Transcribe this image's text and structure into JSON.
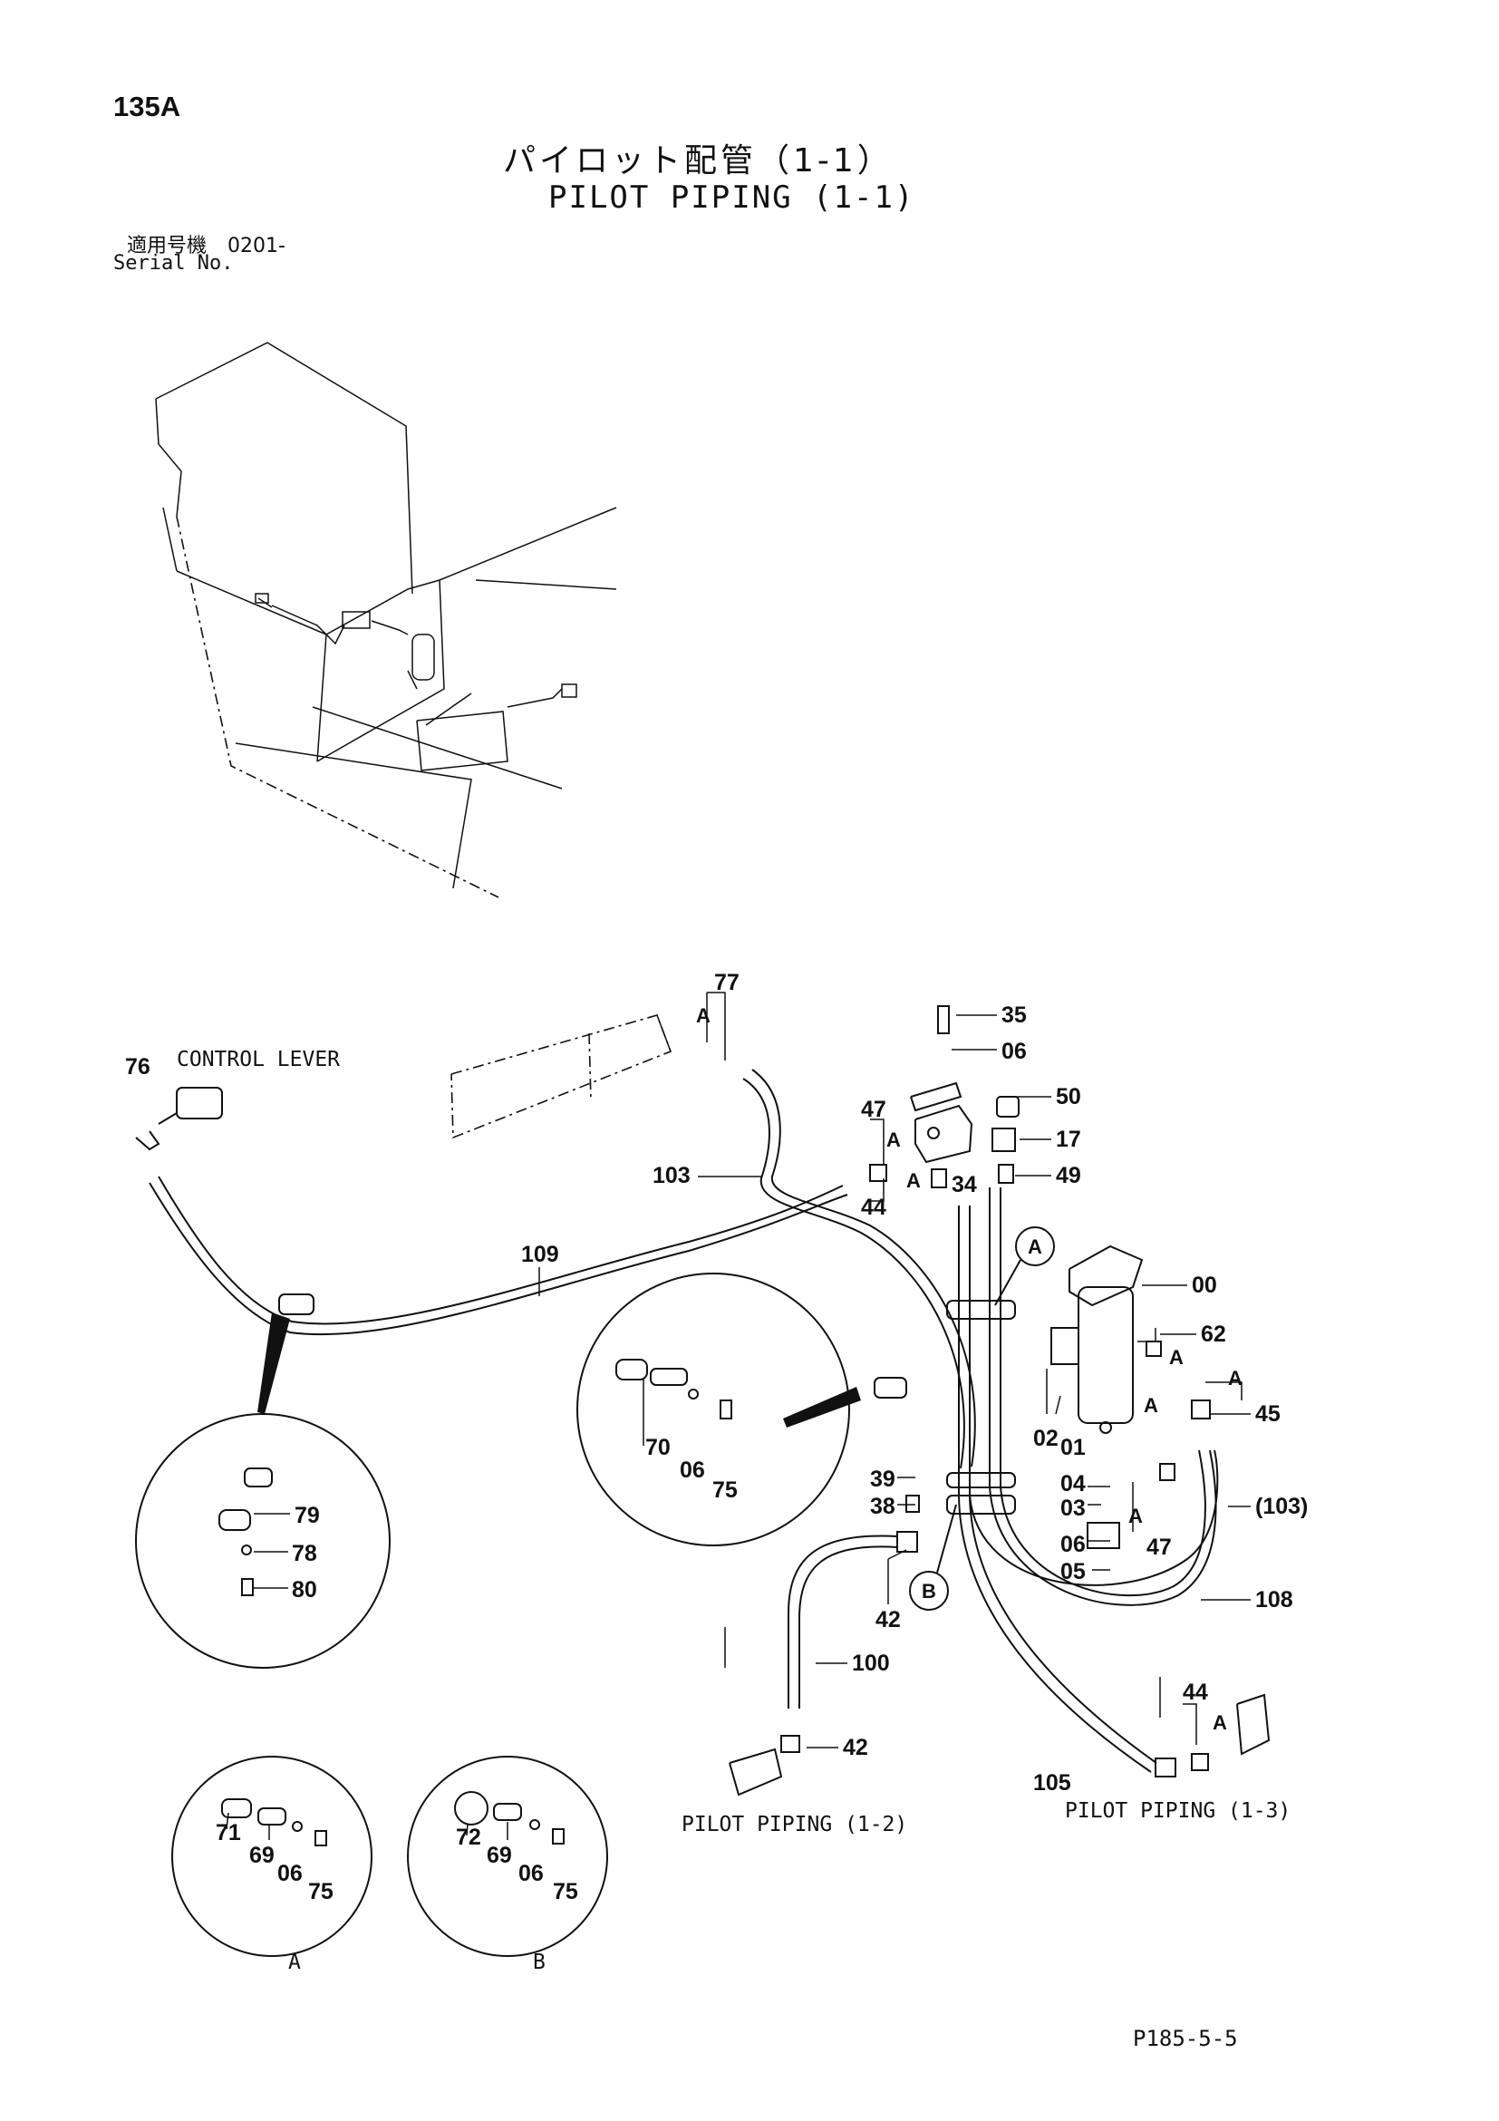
{
  "header": {
    "page_number": "135A",
    "title_jp": "パイロット配管（1-1）",
    "title_en": "PILOT PIPING (1-1)",
    "serial_label_jp": "適用号機",
    "serial_value": "0201-",
    "serial_label_en": "Serial No."
  },
  "captions": {
    "control_lever": "CONTROL LEVER",
    "pilot_piping_1_2": "PILOT PIPING (1-2)",
    "pilot_piping_1_3": "PILOT PIPING  (1-3)",
    "detail_a": "A",
    "detail_b": "B",
    "callout_a": "A",
    "callout_b": "B"
  },
  "part_labels": {
    "p35": "35",
    "p06a": "06",
    "p50": "50",
    "p17": "17",
    "p49": "49",
    "p47a": "47",
    "p34": "34",
    "p44a": "44",
    "p103a": "103",
    "p77": "77",
    "p76": "76",
    "p109": "109",
    "p00": "00",
    "p62": "62",
    "p45": "45",
    "p02": "02",
    "p01": "01",
    "p39": "39",
    "p38": "38",
    "p04": "04",
    "p03": "03",
    "p47b": "47",
    "p103b": "(103)",
    "p06b": "06",
    "p05": "05",
    "p108": "108",
    "p42a": "42",
    "p100": "100",
    "p42b": "42",
    "p105": "105",
    "p44b": "44",
    "p70": "70",
    "p06c": "06",
    "p75a": "75",
    "p79": "79",
    "p78": "78",
    "p80": "80",
    "p71": "71",
    "p69a": "69",
    "p06d": "06",
    "p75b": "75",
    "p72": "72",
    "p69b": "69",
    "p06e": "06",
    "p75c": "75",
    "ref_a1": "A",
    "ref_a2": "A",
    "ref_a3": "A",
    "ref_a4": "A",
    "ref_a5": "A",
    "ref_a6": "A",
    "ref_a7": "A",
    "ref_a8": "A"
  },
  "footer": {
    "code": "P185-5-5"
  }
}
